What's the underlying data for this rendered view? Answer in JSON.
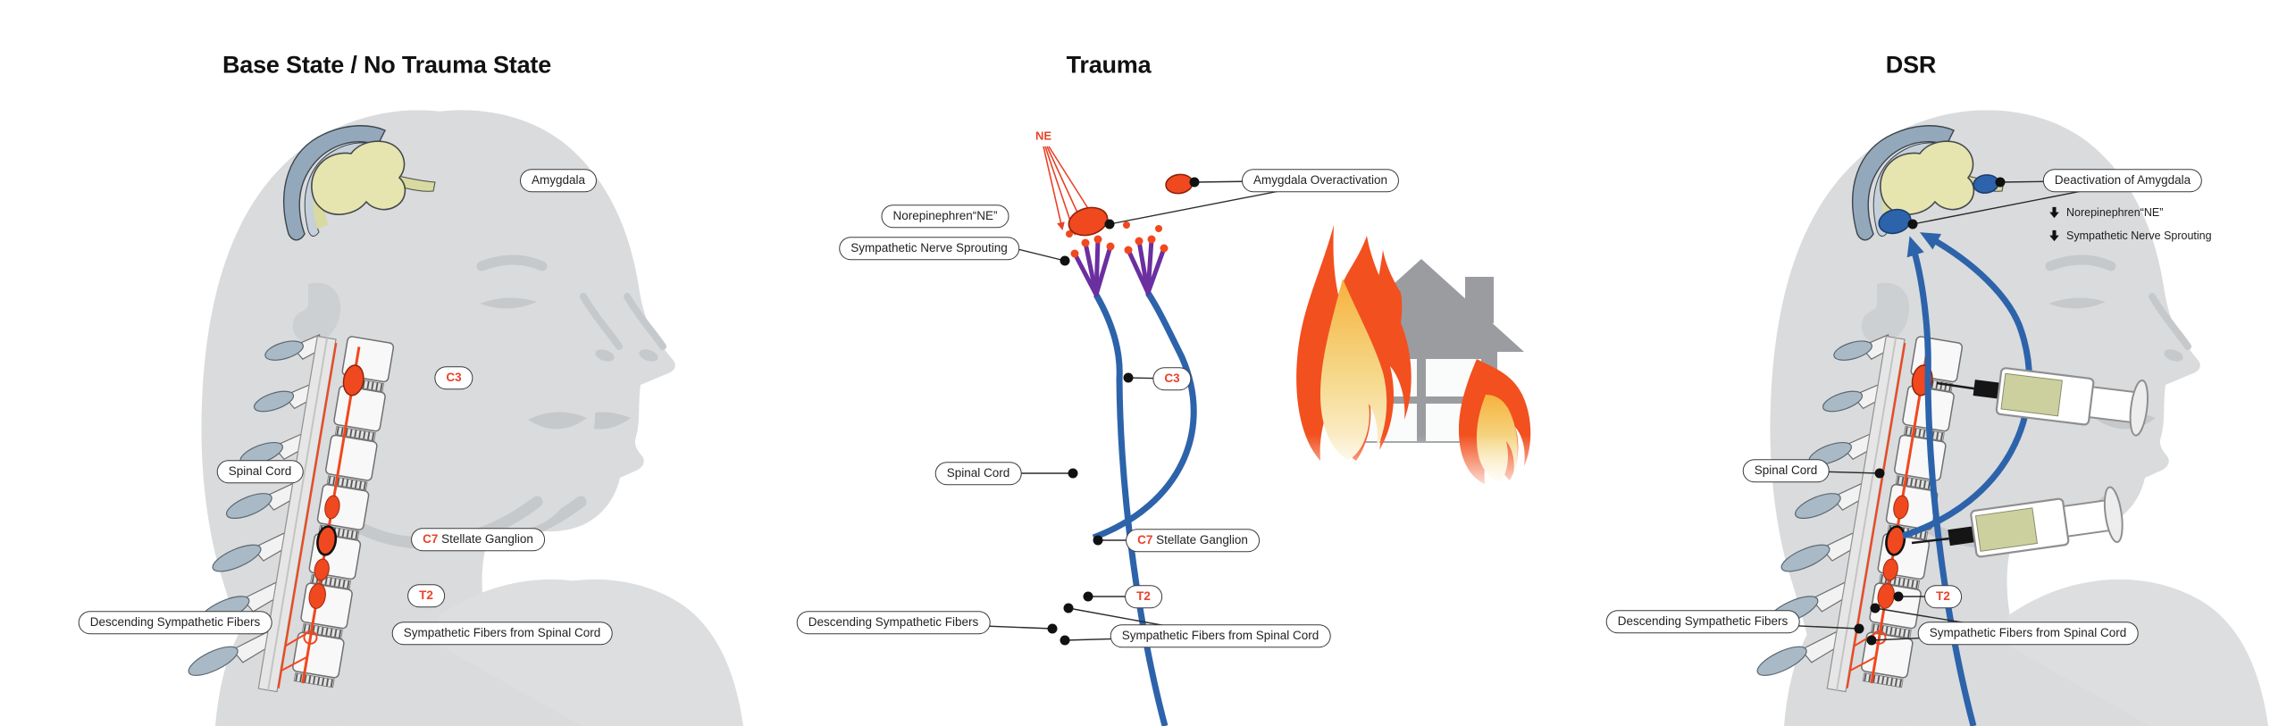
{
  "diagram_title": "Stellate Ganglion / Amygdala states diagram",
  "colors": {
    "accent_orange": "#F0481F",
    "accent_blue": "#2D63AA",
    "sprout_purple": "#6B2FA0",
    "label_red": "#E8432A",
    "brain_yellow": "#E7E5AF",
    "silhouette_gray": "#D9DBDD"
  },
  "panels": [
    {
      "id": "base",
      "title": "Base State / No Trauma State",
      "labels": {
        "amygdala": "Amygdala",
        "c3": "C3",
        "spinal_cord": "Spinal Cord",
        "c7": "C7",
        "c7_rest": "Stellate Ganglion",
        "t2": "T2",
        "descending": "Descending Sympathetic Fibers",
        "fibers_from_cord": "Sympathetic Fibers from Spinal Cord"
      }
    },
    {
      "id": "trauma",
      "title": "Trauma",
      "labels": {
        "ne": "NE",
        "norepinephrine": "Norepinephren“NE”",
        "sprouting": "Sympathetic Nerve Sprouting",
        "amygdala_overactivation": "Amygdala Overactivation",
        "c3": "C3",
        "spinal_cord": "Spinal Cord",
        "c7": "C7",
        "c7_rest": "Stellate Ganglion",
        "t2": "T2",
        "descending": "Descending Sympathetic Fibers",
        "fibers_from_cord": "Sympathetic Fibers from Spinal Cord"
      }
    },
    {
      "id": "dsr",
      "title": "DSR",
      "labels": {
        "deactivation": "Deactivation of Amygdala",
        "norepinephrine_decrease": "Norepinephren“NE”",
        "sprouting_decrease": "Sympathetic Nerve Sprouting",
        "spinal_cord": "Spinal Cord",
        "t2": "T2",
        "descending": "Descending Sympathetic Fibers",
        "fibers_from_cord": "Sympathetic Fibers from Spinal Cord"
      }
    }
  ]
}
